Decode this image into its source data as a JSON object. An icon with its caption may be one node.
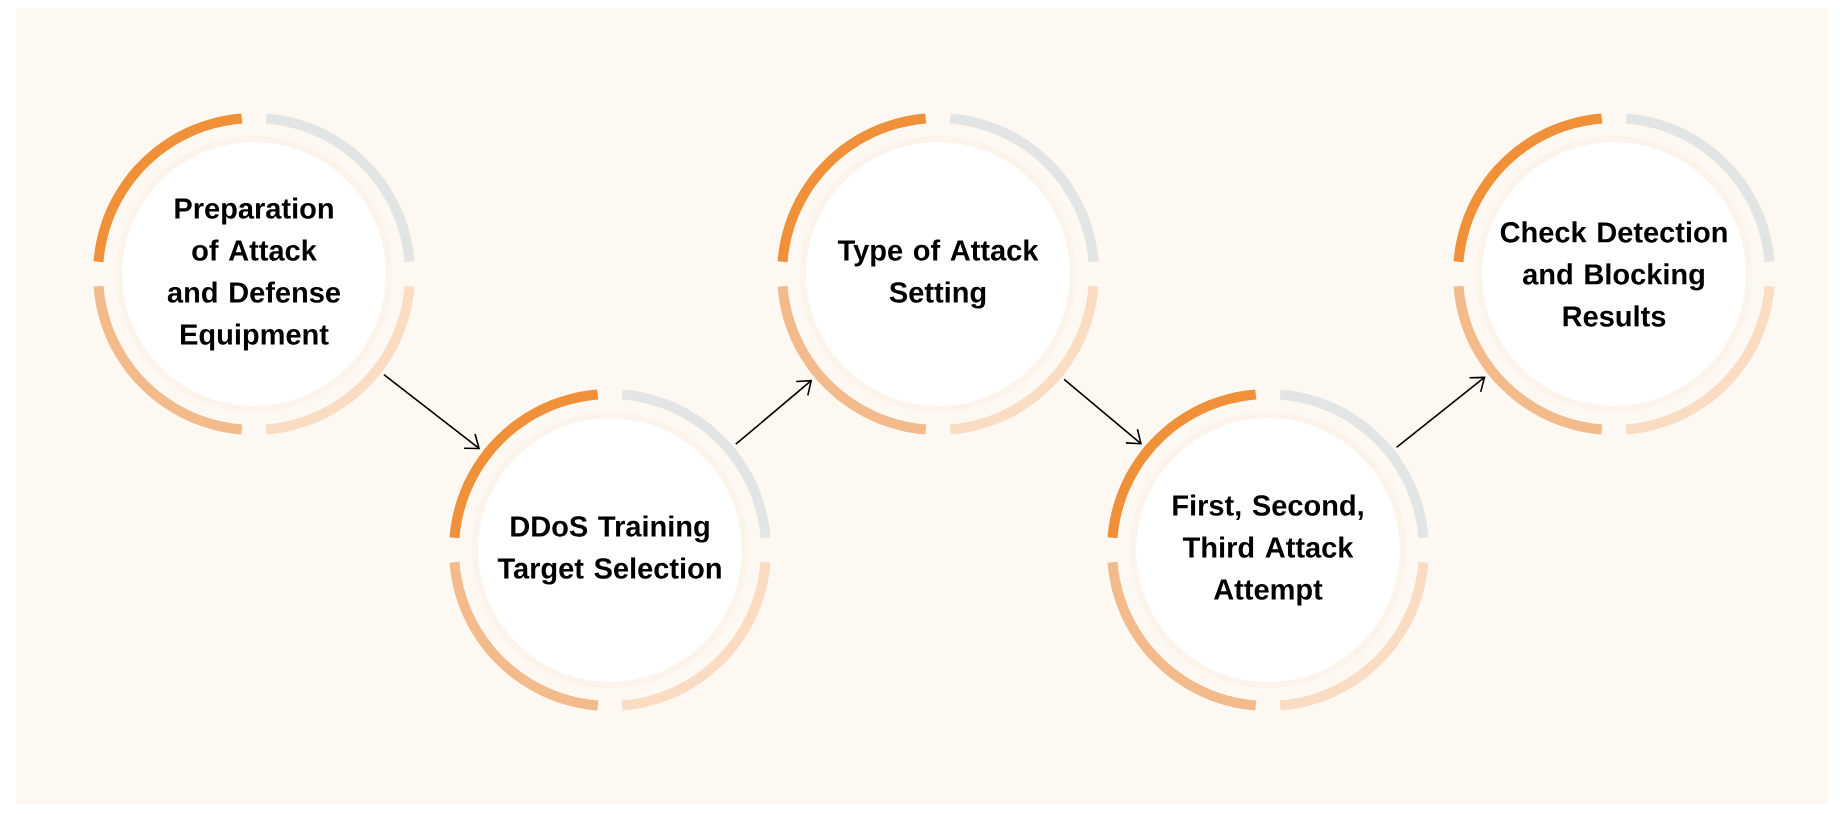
{
  "diagram": {
    "nodes": [
      {
        "text": [
          "Preparation of Attack and Defense Equipment"
        ]
      },
      {
        "text": [
          "DDoS Training Target Selection"
        ]
      },
      {
        "text": [
          "Type of Attack Setting"
        ]
      },
      {
        "text": [
          "First, Second, Third Attack Attempt"
        ]
      },
      {
        "text": [
          "Check Detection and Blocking Results"
        ]
      }
    ],
    "edges": [
      {
        "from": 0,
        "to": 1,
        "arrow": "to"
      },
      {
        "from": 1,
        "to": 2,
        "arrow": "to"
      },
      {
        "from": 2,
        "to": 3,
        "arrow": "to"
      },
      {
        "from": 3,
        "to": 4,
        "arrow": "to"
      }
    ]
  }
}
